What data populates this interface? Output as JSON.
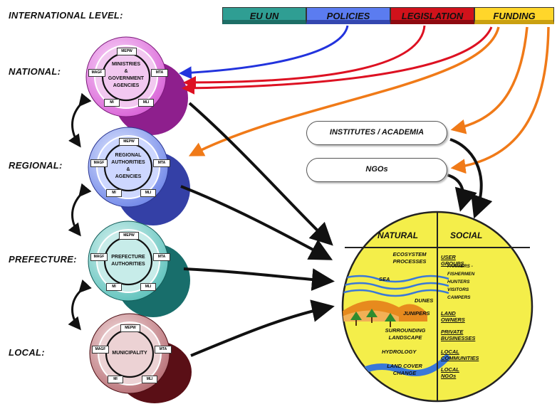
{
  "levels": {
    "international": "INTERNATIONAL LEVEL:",
    "national": "NATIONAL:",
    "regional": "REGIONAL:",
    "prefecture": "PREFECTURE:",
    "local": "LOCAL:"
  },
  "top_bar": {
    "eu_un": "EU  UN",
    "policies": "POLICIES",
    "legislation": "LEGISLATION",
    "funding": "FUNDING"
  },
  "cylinders": {
    "national": {
      "label_lines": [
        "MINISTRIES",
        "&",
        "GOVERNMENT",
        "AGENCIES"
      ]
    },
    "regional": {
      "label_lines": [
        "REGIONAL",
        "AUTHORITIES",
        "&",
        "AGENCIES"
      ]
    },
    "prefecture": {
      "label_lines": [
        "PREFECTURE",
        "AUTHORITIES"
      ]
    },
    "local": {
      "label_lines": [
        "MUNICIPALITY"
      ]
    }
  },
  "cycle_tags": {
    "top": "MEPW",
    "left": "MAGF",
    "right": "MTA",
    "bottom_left": "MI",
    "bottom_right": "MLI"
  },
  "pills": {
    "institutes": "INSTITUTES / ACADEMIA",
    "ngos": "NGOs"
  },
  "big_circle": {
    "natural_header": "NATURAL",
    "social_header": "SOCIAL",
    "ecosystem": [
      "ECOSYSTEM",
      "PROCESSES"
    ],
    "sea": "SEA",
    "dunes": "DUNES",
    "junipers": "JUNIPERS",
    "surrounding": [
      "SURROUNDING",
      "LANDSCAPE"
    ],
    "hydrology": "HYDROLOGY",
    "land_cover": [
      "LAND COVER",
      "CHANGE"
    ],
    "user_groups": "USER GROUPS",
    "user_items": [
      "FARMERS - FISHERMEN",
      "HUNTERS",
      "VISITORS",
      "CAMPERS"
    ],
    "land_owners": "LAND OWNERS",
    "private_businesses": "PRIVATE BUSINESSES",
    "local_communities": "LOCAL COMMUNITIES",
    "local_ngos": "LOCAL NGOs"
  },
  "colors": {
    "teal_tab": "#2f9e93",
    "blue_tab": "#5b7cf0",
    "red_tab": "#d0121b",
    "yellow_tab": "#ffd62a",
    "national": "#c52fc4",
    "regional": "#4652c8",
    "prefecture": "#1f8a86",
    "local": "#6b1a22",
    "big_circle": "#f4ee4a",
    "blue_arrow": "#2233dd",
    "red_arrow": "#dd1122",
    "orange_arrow": "#f07a18"
  }
}
